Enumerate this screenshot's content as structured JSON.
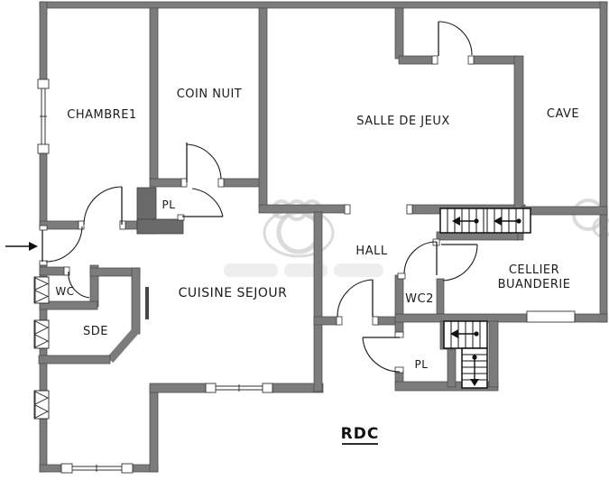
{
  "floor": {
    "label": "RDC"
  },
  "rooms": {
    "chambre1": "CHAMBRE1",
    "coin_nuit": "COIN NUIT",
    "salle_de_jeux": "SALLE DE JEUX",
    "cave": "CAVE",
    "pl_closet": "PL",
    "hall": "HALL",
    "wc": "WC",
    "sde": "SDE",
    "cuisine_sejour": "CUISINE SEJOUR",
    "wc2": "WC2",
    "cellier_line1": "CELLIER",
    "cellier_line2": "BUANDERIE",
    "pl_bottom": "PL"
  },
  "colors": {
    "wall": "#7c7c7c",
    "wall_outline": "#4a4a4a",
    "closet_fill": "#6a6a6a",
    "line": "#1c1c1c",
    "watermark": "#cfcfcf",
    "background": "#ffffff"
  }
}
